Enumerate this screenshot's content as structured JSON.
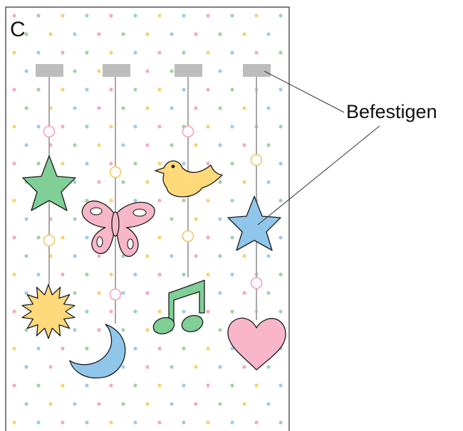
{
  "panel": {
    "letter": "C"
  },
  "callout": {
    "label": "Befestigen"
  },
  "colors": {
    "background": "#ffffff",
    "border": "#555555",
    "string": "#a8a8a8",
    "clip": "#bdbdbd",
    "dots": [
      "#f6a9c2",
      "#9fd3a6",
      "#f5d36e",
      "#9fcbe6"
    ],
    "ring_pink": "#f4a0b8",
    "ring_yellow": "#f3c85a",
    "star_green": "#7fcf97",
    "star_blue": "#8fc6ea",
    "butterfly": "#f7b7c8",
    "bird": "#ffd97a",
    "sun": "#ffd97a",
    "moon": "#8fc6ea",
    "note": "#7fcf97",
    "heart": "#f9b6cb"
  },
  "mobile": {
    "strands": [
      {
        "name": "strand-1",
        "ornaments": [
          "green-star",
          "sun"
        ]
      },
      {
        "name": "strand-2",
        "ornaments": [
          "pink-butterfly",
          "blue-moon"
        ]
      },
      {
        "name": "strand-3",
        "ornaments": [
          "yellow-bird",
          "green-music-note"
        ]
      },
      {
        "name": "strand-4",
        "ornaments": [
          "blue-star",
          "pink-heart"
        ]
      }
    ]
  }
}
